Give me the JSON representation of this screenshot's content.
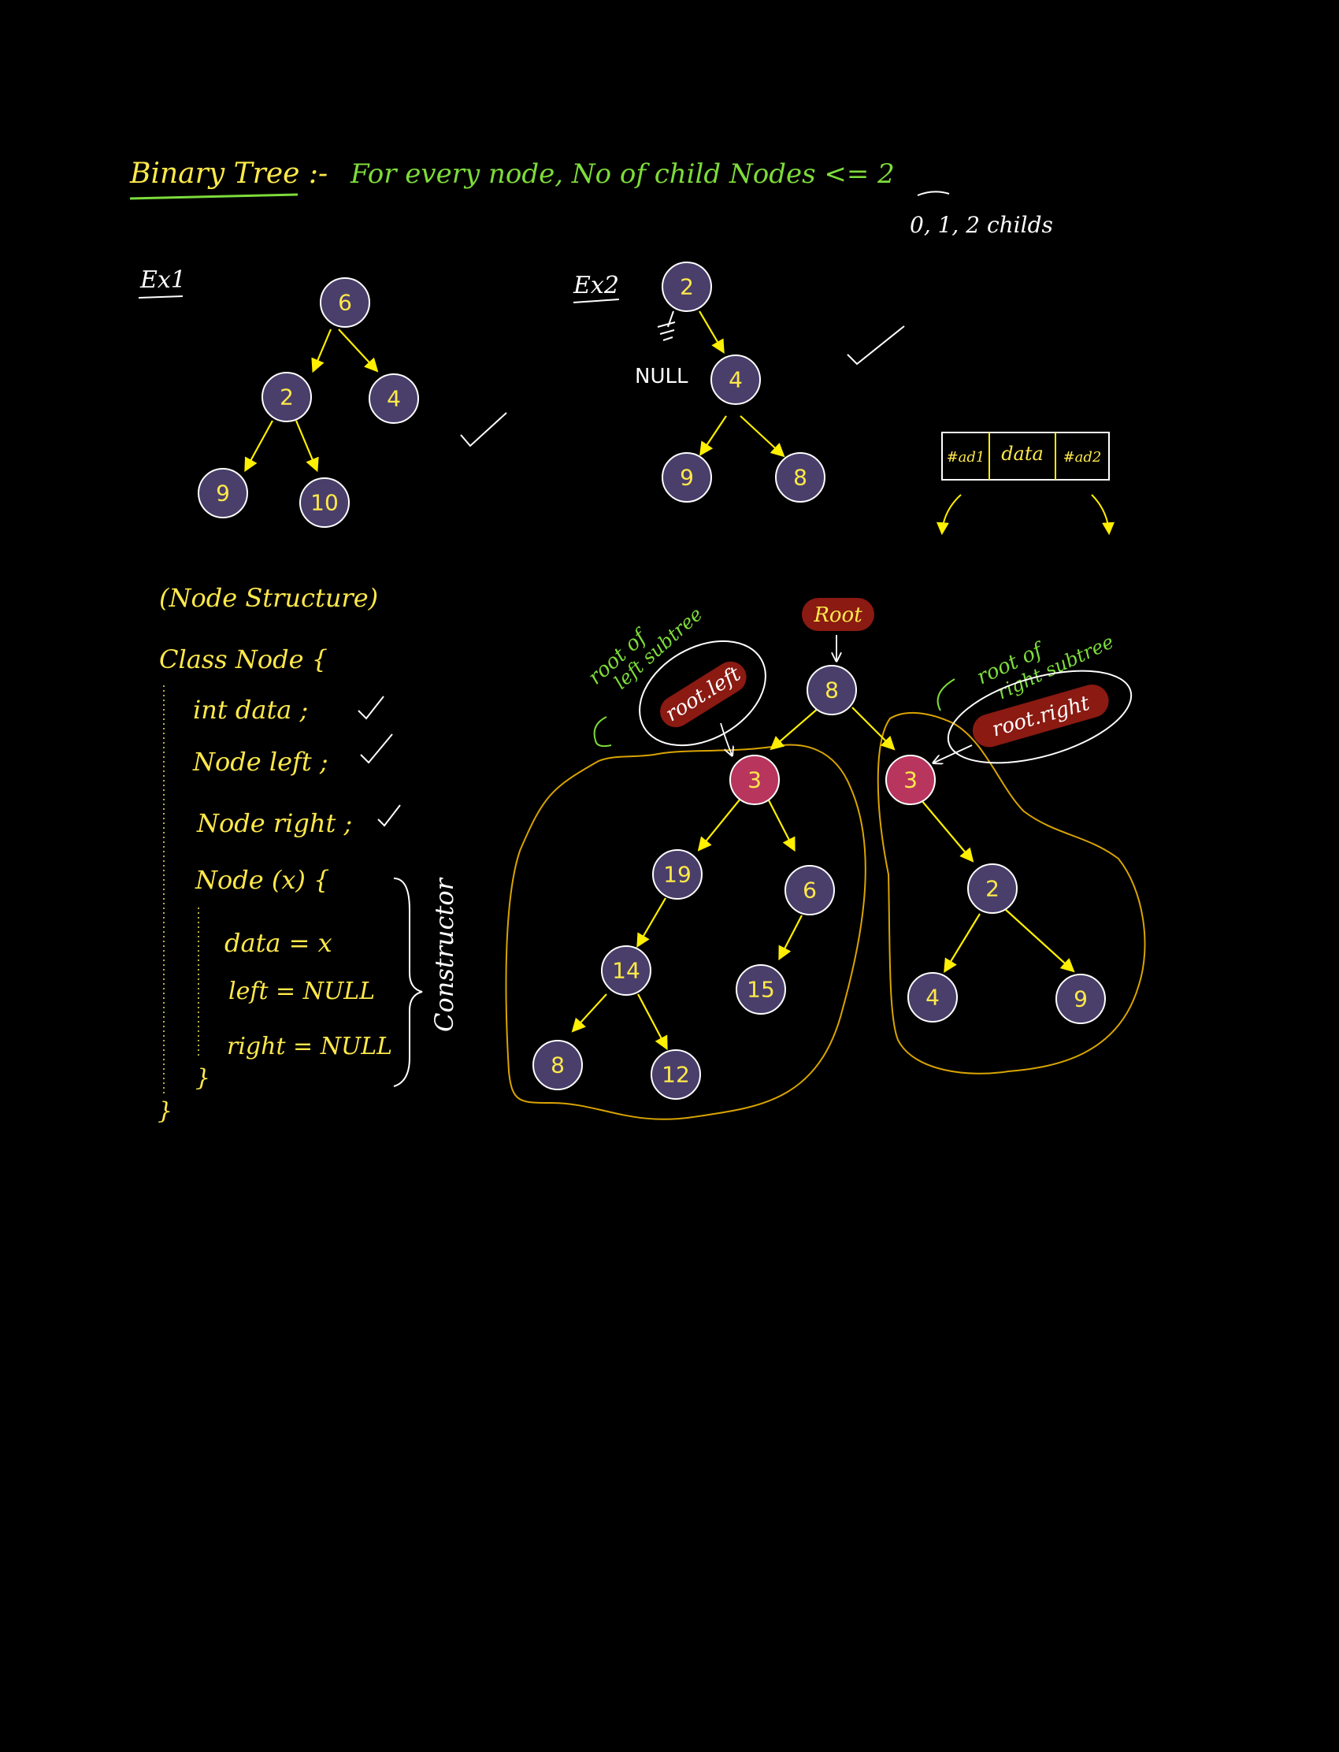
{
  "title": {
    "heading": "Binary Tree :-",
    "definition": "For every node, No of child Nodes <= 2",
    "childs_note": "0, 1, 2 childs"
  },
  "example1": {
    "label": "Ex1",
    "nodes": {
      "n6": "6",
      "n2": "2",
      "n4": "4",
      "n9": "9",
      "n10": "10"
    }
  },
  "example2": {
    "label": "Ex2",
    "null_label": "NULL",
    "nodes": {
      "n2": "2",
      "n4": "4",
      "n9": "9",
      "n8": "8"
    }
  },
  "node_box": {
    "left": "#ad1",
    "data": "data",
    "right": "#ad2"
  },
  "code": {
    "heading": "(Node Structure)",
    "class_line": "Class Node {",
    "field_data": "int data ;",
    "field_left": "Node left ;",
    "field_right": "Node right ;",
    "ctor_line": "Node (x) {",
    "assign_data": "data = x",
    "assign_left": "left = NULL",
    "assign_right": "right = NULL",
    "ctor_close": "}",
    "class_close": "}",
    "constructor_label": "Constructor"
  },
  "big_tree": {
    "root_tag": "Root",
    "left_note_1": "root of",
    "left_note_2": "left subtree",
    "right_note_1": "root of",
    "right_note_2": "right subtree",
    "left_pill": "root.left",
    "right_pill": "root.right",
    "nodes": {
      "root": "8",
      "l": "3",
      "r": "3",
      "l19": "19",
      "l6": "6",
      "l14": "14",
      "l15": "15",
      "l8": "8",
      "l12": "12",
      "r2": "2",
      "r4": "4",
      "r9": "9"
    }
  },
  "colors": {
    "background": "#000000",
    "node_fill": "#4a3f6b",
    "node_highlight": "#b8355e",
    "edge": "#ffef00",
    "text_yellow": "#ffe94a",
    "text_green": "#7ddc3a",
    "subtree_outline": "#d9a400",
    "pill": "#8a1a12"
  }
}
